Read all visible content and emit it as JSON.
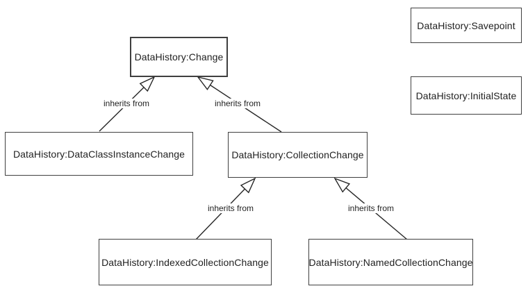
{
  "diagram": {
    "type": "uml-class-inheritance",
    "background_color": "#ffffff",
    "colors": {
      "box_border": "#3f3f3f",
      "text": "#1f1f1f",
      "line": "#262626",
      "arrowhead_fill": "#ffffff"
    },
    "nodes": [
      {
        "id": "change",
        "label": "DataHistory:Change"
      },
      {
        "id": "savepoint",
        "label": "DataHistory:Savepoint"
      },
      {
        "id": "initial-state",
        "label": "DataHistory:InitialState"
      },
      {
        "id": "data-class-instance-change",
        "label": "DataHistory:DataClassInstanceChange"
      },
      {
        "id": "collection-change",
        "label": "DataHistory:CollectionChange"
      },
      {
        "id": "indexed-collection-change",
        "label": "DataHistory:IndexedCollectionChange"
      },
      {
        "id": "named-collection-change",
        "label": "DataHistory:NamedCollectionChange"
      }
    ],
    "edges": [
      {
        "from": "DataHistory:DataClassInstanceChange",
        "to": "DataHistory:Change",
        "label": "inherits from"
      },
      {
        "from": "DataHistory:CollectionChange",
        "to": "DataHistory:Change",
        "label": "inherits from"
      },
      {
        "from": "DataHistory:IndexedCollectionChange",
        "to": "DataHistory:CollectionChange",
        "label": "inherits from"
      },
      {
        "from": "DataHistory:NamedCollectionChange",
        "to": "DataHistory:CollectionChange",
        "label": "inherits from"
      }
    ]
  }
}
